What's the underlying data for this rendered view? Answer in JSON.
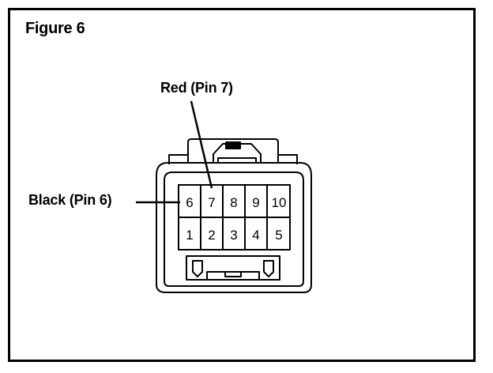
{
  "figure": {
    "title": "Figure 6"
  },
  "callouts": {
    "red": "Red (Pin 7)",
    "black": "Black (Pin 6)"
  },
  "connector": {
    "top_row": [
      "6",
      "7",
      "8",
      "9",
      "10"
    ],
    "bottom_row": [
      "1",
      "2",
      "3",
      "4",
      "5"
    ]
  },
  "colors": {
    "line": "#000000",
    "background": "#ffffff"
  }
}
